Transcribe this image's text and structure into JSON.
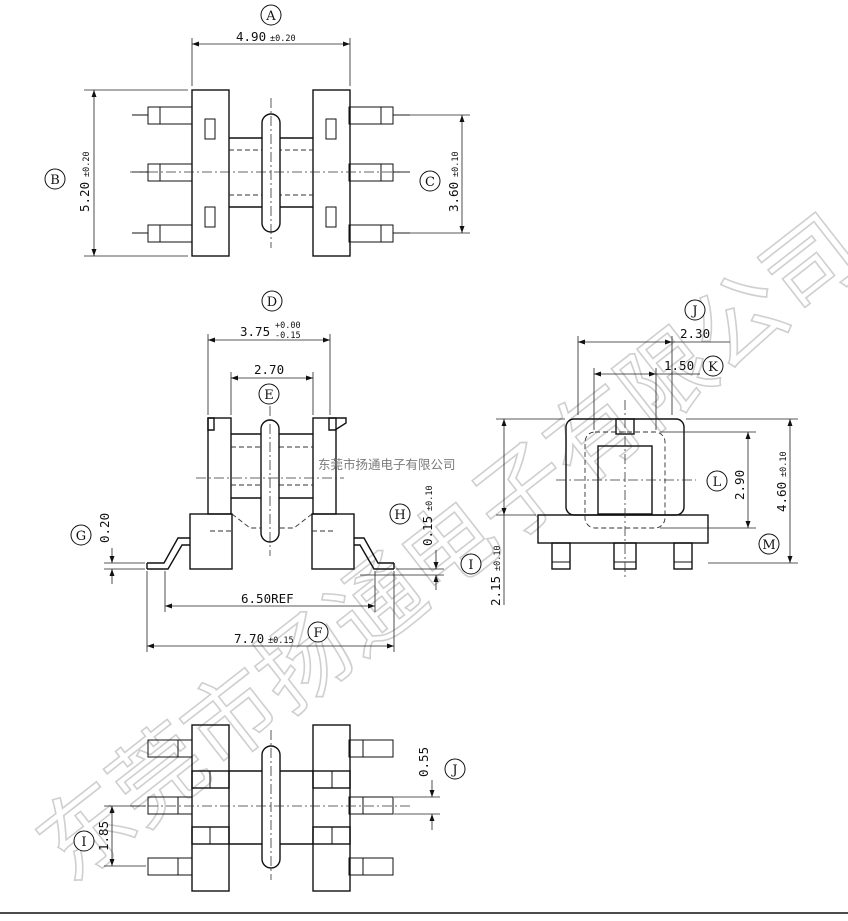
{
  "watermark": {
    "large": "东莞市扬通电子有限公司",
    "small": "东莞市扬通电子有限公司"
  },
  "labels": {
    "A": "A",
    "B": "B",
    "C": "C",
    "D": "D",
    "E": "E",
    "F": "F",
    "G": "G",
    "H": "H",
    "I": "I",
    "J": "J",
    "K": "K",
    "L": "L",
    "M": "M"
  },
  "dimensions": {
    "a_main": "4.90",
    "a_tol": "±0.20",
    "b_main": "5.20",
    "b_tol": "±0.20",
    "c_main": "3.60",
    "c_tol": "±0.10",
    "d_main": "3.75",
    "d_tol_upper": "+0.00",
    "d_tol_lower": "-0.15",
    "e_main": "2.70",
    "f_main": "7.70",
    "f_tol": "±0.15",
    "ref_main": "6.50REF",
    "g_main": "0.20",
    "h_main": "0.15",
    "h_tol": "±0.10",
    "i_main": "2.15",
    "i_tol": "±0.10",
    "j_main": "2.30",
    "k_main": "1.50",
    "l_main": "2.90",
    "m_main": "4.60",
    "m_tol": "±0.10",
    "j2_main": "0.55",
    "i2_main": "1.85"
  }
}
